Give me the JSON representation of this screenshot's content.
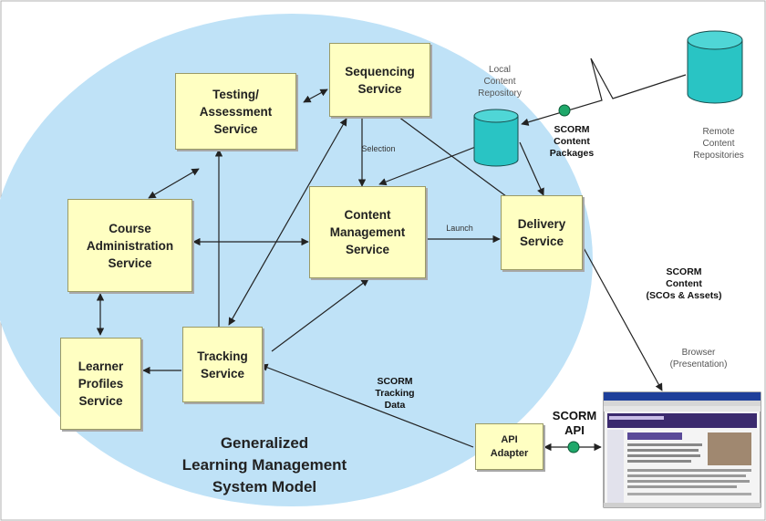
{
  "title": "Generalized\nLearning Management\nSystem Model",
  "services": {
    "testing": "Testing/\nAssessment\nService",
    "sequencing": "Sequencing\nService",
    "course_admin": "Course\nAdministration\nService",
    "content_mgmt": "Content\nManagement\nService",
    "delivery": "Delivery\nService",
    "learner_profiles": "Learner\nProfiles\nService",
    "tracking": "Tracking\nService",
    "api_adapter": "API\nAdapter"
  },
  "labels": {
    "selection": "Selection",
    "launch": "Launch",
    "local_repo": "Local\nContent\nRepository",
    "remote_repo": "Remote\nContent\nRepositories",
    "scorm_packages": "SCORM\nContent\nPackages",
    "scorm_content": "SCORM\nContent\n(SCOs & Assets)",
    "browser": "Browser\n(Presentation)",
    "scorm_tracking": "SCORM\nTracking\nData",
    "scorm_api": "SCORM\nAPI"
  },
  "colors": {
    "ellipse": "#bfe2f7",
    "box_fill": "#ffffc2",
    "cylinder": "#29c4c4",
    "connector_dot": "#1fa86a"
  }
}
